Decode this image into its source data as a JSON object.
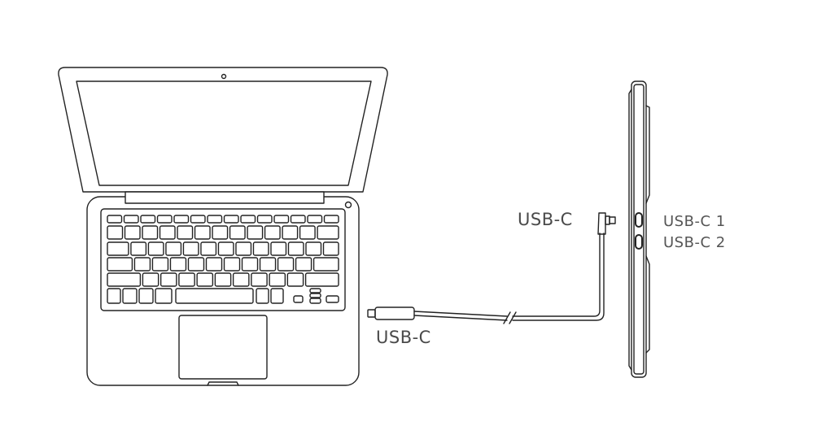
{
  "labels": {
    "laptop_port": "USB-C",
    "cable_end": "USB-C",
    "monitor_port_1": "USB-C 1",
    "monitor_port_2": "USB-C 2"
  },
  "colors": {
    "line": "#222222",
    "text": "#4a4a4a",
    "background": "#ffffff"
  }
}
